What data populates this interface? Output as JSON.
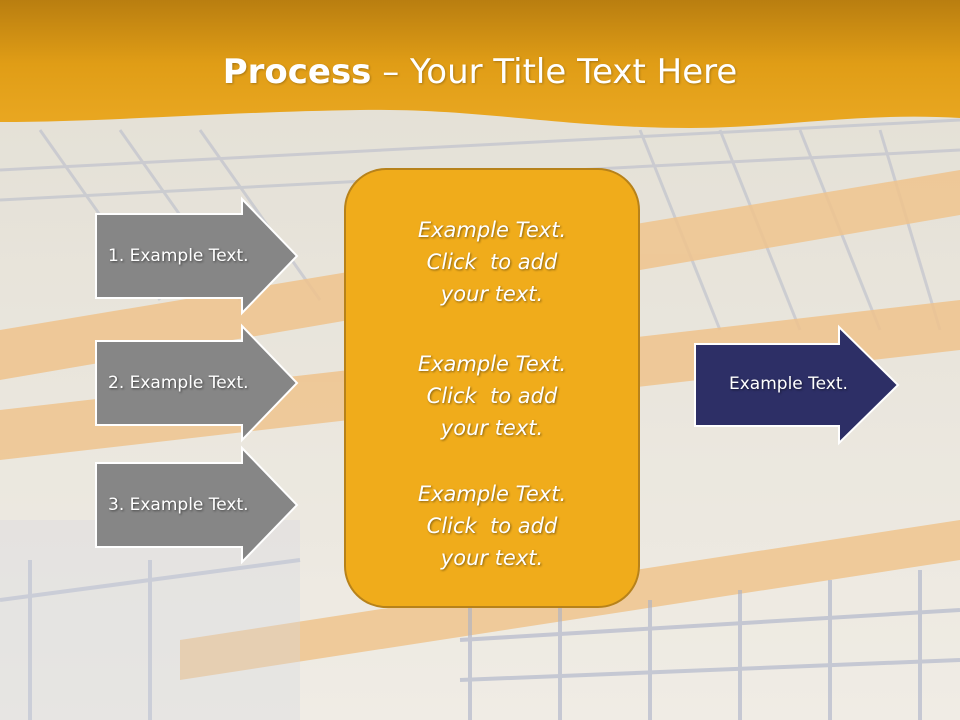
{
  "title": {
    "bold": "Process",
    "rest": " – Your Title Text Here"
  },
  "inputs": [
    {
      "label": "1. Example Text."
    },
    {
      "label": "2. Example Text."
    },
    {
      "label": "3. Example Text."
    }
  ],
  "center_blocks": [
    {
      "line1": "Example Text.",
      "line2": "Click  to add",
      "line3": "your text."
    },
    {
      "line1": "Example Text.",
      "line2": "Click  to add",
      "line3": "your text."
    },
    {
      "line1": "Example Text.",
      "line2": "Click  to add",
      "line3": "your text."
    }
  ],
  "output": {
    "label": "Example Text."
  },
  "colors": {
    "header": "#e7a21a",
    "input_arrow": "#868686",
    "center_box": "#f0ac1b",
    "output_arrow": "#2d2f66"
  }
}
